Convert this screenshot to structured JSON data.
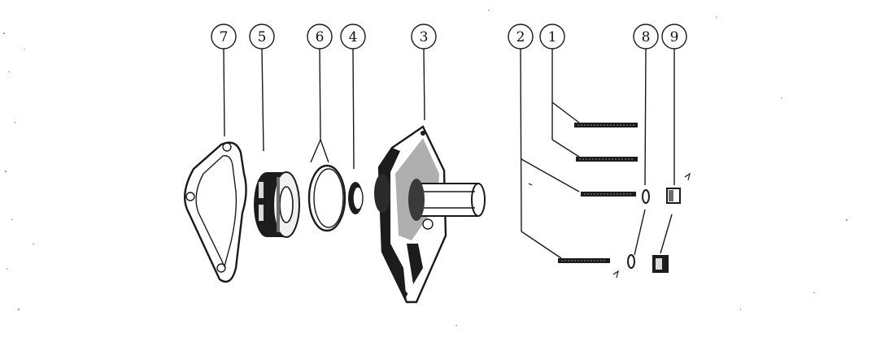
{
  "callouts": [
    {
      "id": "c7",
      "label": "7"
    },
    {
      "id": "c5",
      "label": "5"
    },
    {
      "id": "c6",
      "label": "6"
    },
    {
      "id": "c4",
      "label": "4"
    },
    {
      "id": "c3",
      "label": "3"
    },
    {
      "id": "c2",
      "label": "2"
    },
    {
      "id": "c1",
      "label": "1"
    },
    {
      "id": "c8",
      "label": "8"
    },
    {
      "id": "c9",
      "label": "9"
    }
  ],
  "colors": {
    "ink": "#1a1a1a",
    "paper": "#ffffff"
  }
}
